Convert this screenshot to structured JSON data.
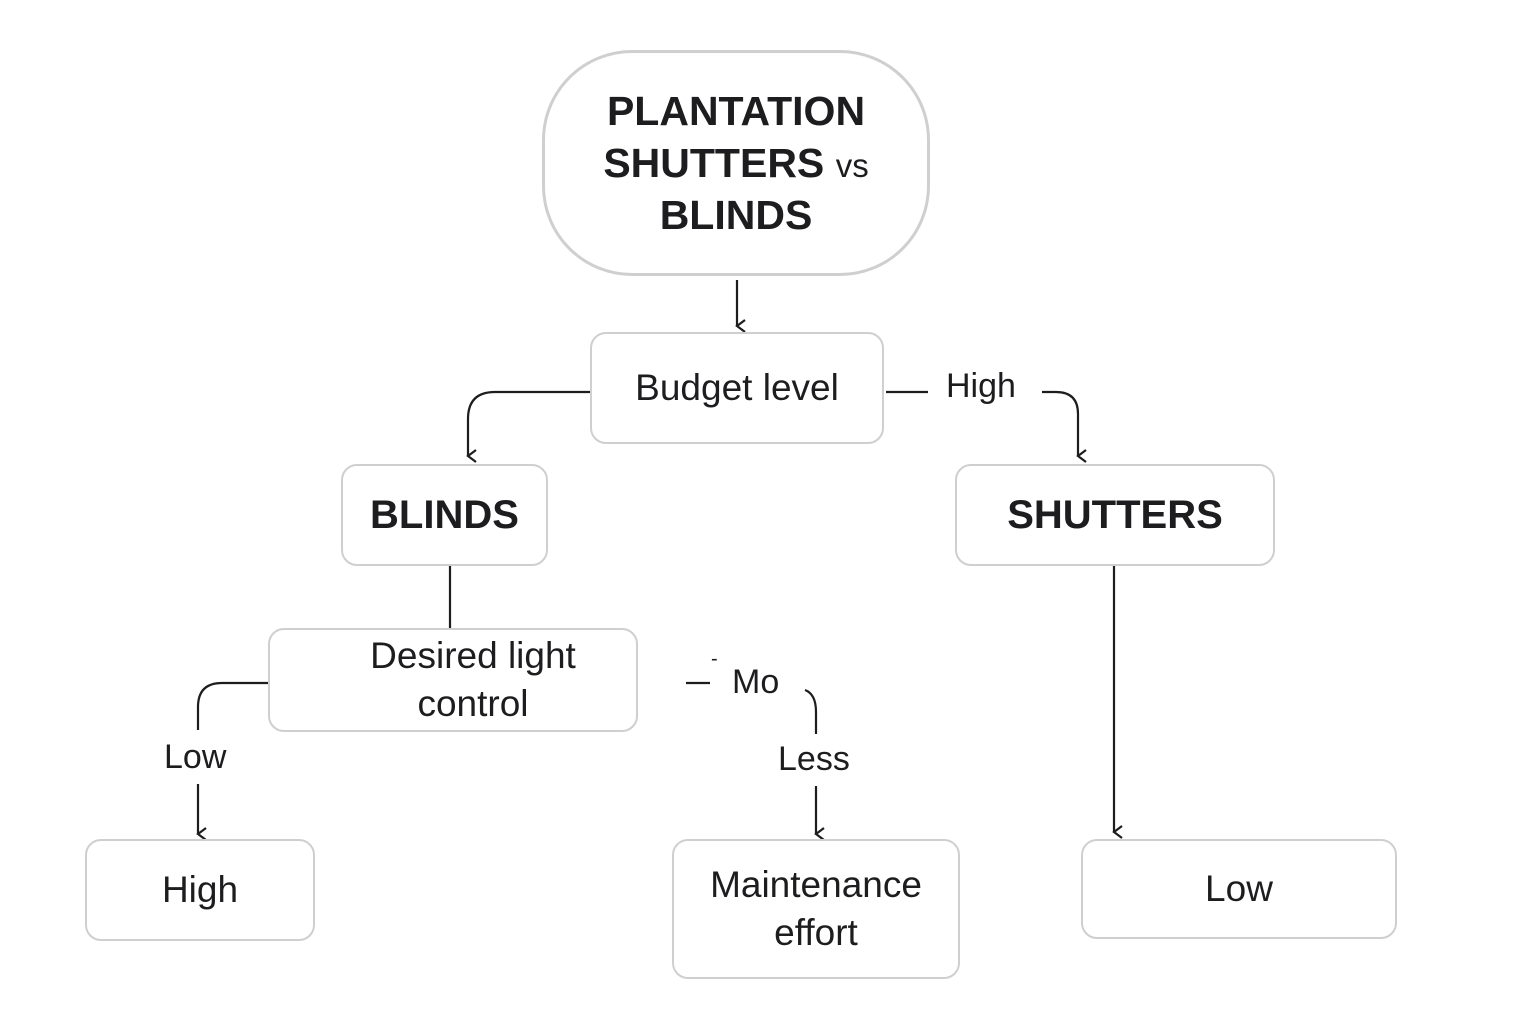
{
  "root": {
    "line1": "PLANTATION",
    "line2": "SHUTTERS",
    "line2_suffix": "vs",
    "line3": "BLINDS"
  },
  "nodes": {
    "budget": "Budget level",
    "blinds": "BLINDS",
    "shutters": "SHUTTERS",
    "light_control": "Desired light control",
    "high": "High",
    "maintenance": "Maintenance effort",
    "low": "Low"
  },
  "edge_labels": {
    "budget_high": "High",
    "light_low": "Low",
    "light_mo": "Mo",
    "light_less": "Less"
  },
  "colors": {
    "border": "#cfcfcf",
    "line": "#1d1d1f",
    "text": "#1d1d1f",
    "background": "#ffffff"
  }
}
